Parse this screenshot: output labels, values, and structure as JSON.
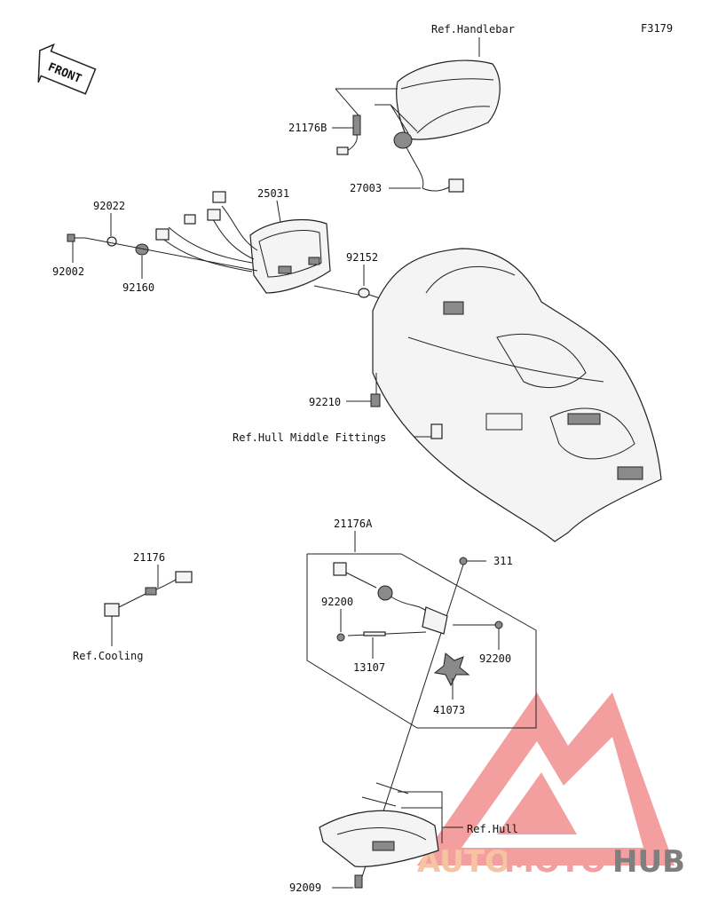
{
  "figure_code": "F3179",
  "front_label": "FRONT",
  "refs": {
    "handlebar": "Ref.Handlebar",
    "hull_middle": "Ref.Hull Middle Fittings",
    "cooling": "Ref.Cooling",
    "hull": "Ref.Hull"
  },
  "parts": [
    "21176B",
    "27003",
    "25031",
    "92022",
    "92002",
    "92160",
    "92152",
    "92210",
    "21176A",
    "311",
    "21176",
    "92200",
    "92200",
    "13107",
    "41073",
    "92009"
  ],
  "watermark": {
    "part1": "AUTO",
    "part2": "MOTO",
    "part3": "HUB",
    "color1": "#f4b183",
    "color2": "#ef7f7f",
    "color3": "#555555"
  }
}
